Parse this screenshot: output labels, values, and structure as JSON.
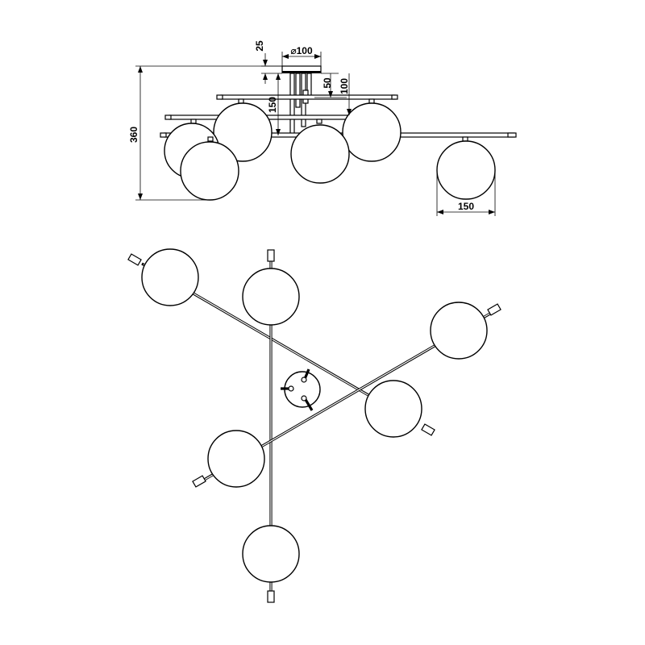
{
  "dimensions": {
    "total_height": "360",
    "canopy_thickness": "25",
    "canopy_diameter": "⌀100",
    "rod_offset": "50",
    "rod_drop": "100",
    "stem_height": "150",
    "globe_diameter": "150"
  },
  "colors": {
    "line": "#000000",
    "background": "#ffffff"
  }
}
